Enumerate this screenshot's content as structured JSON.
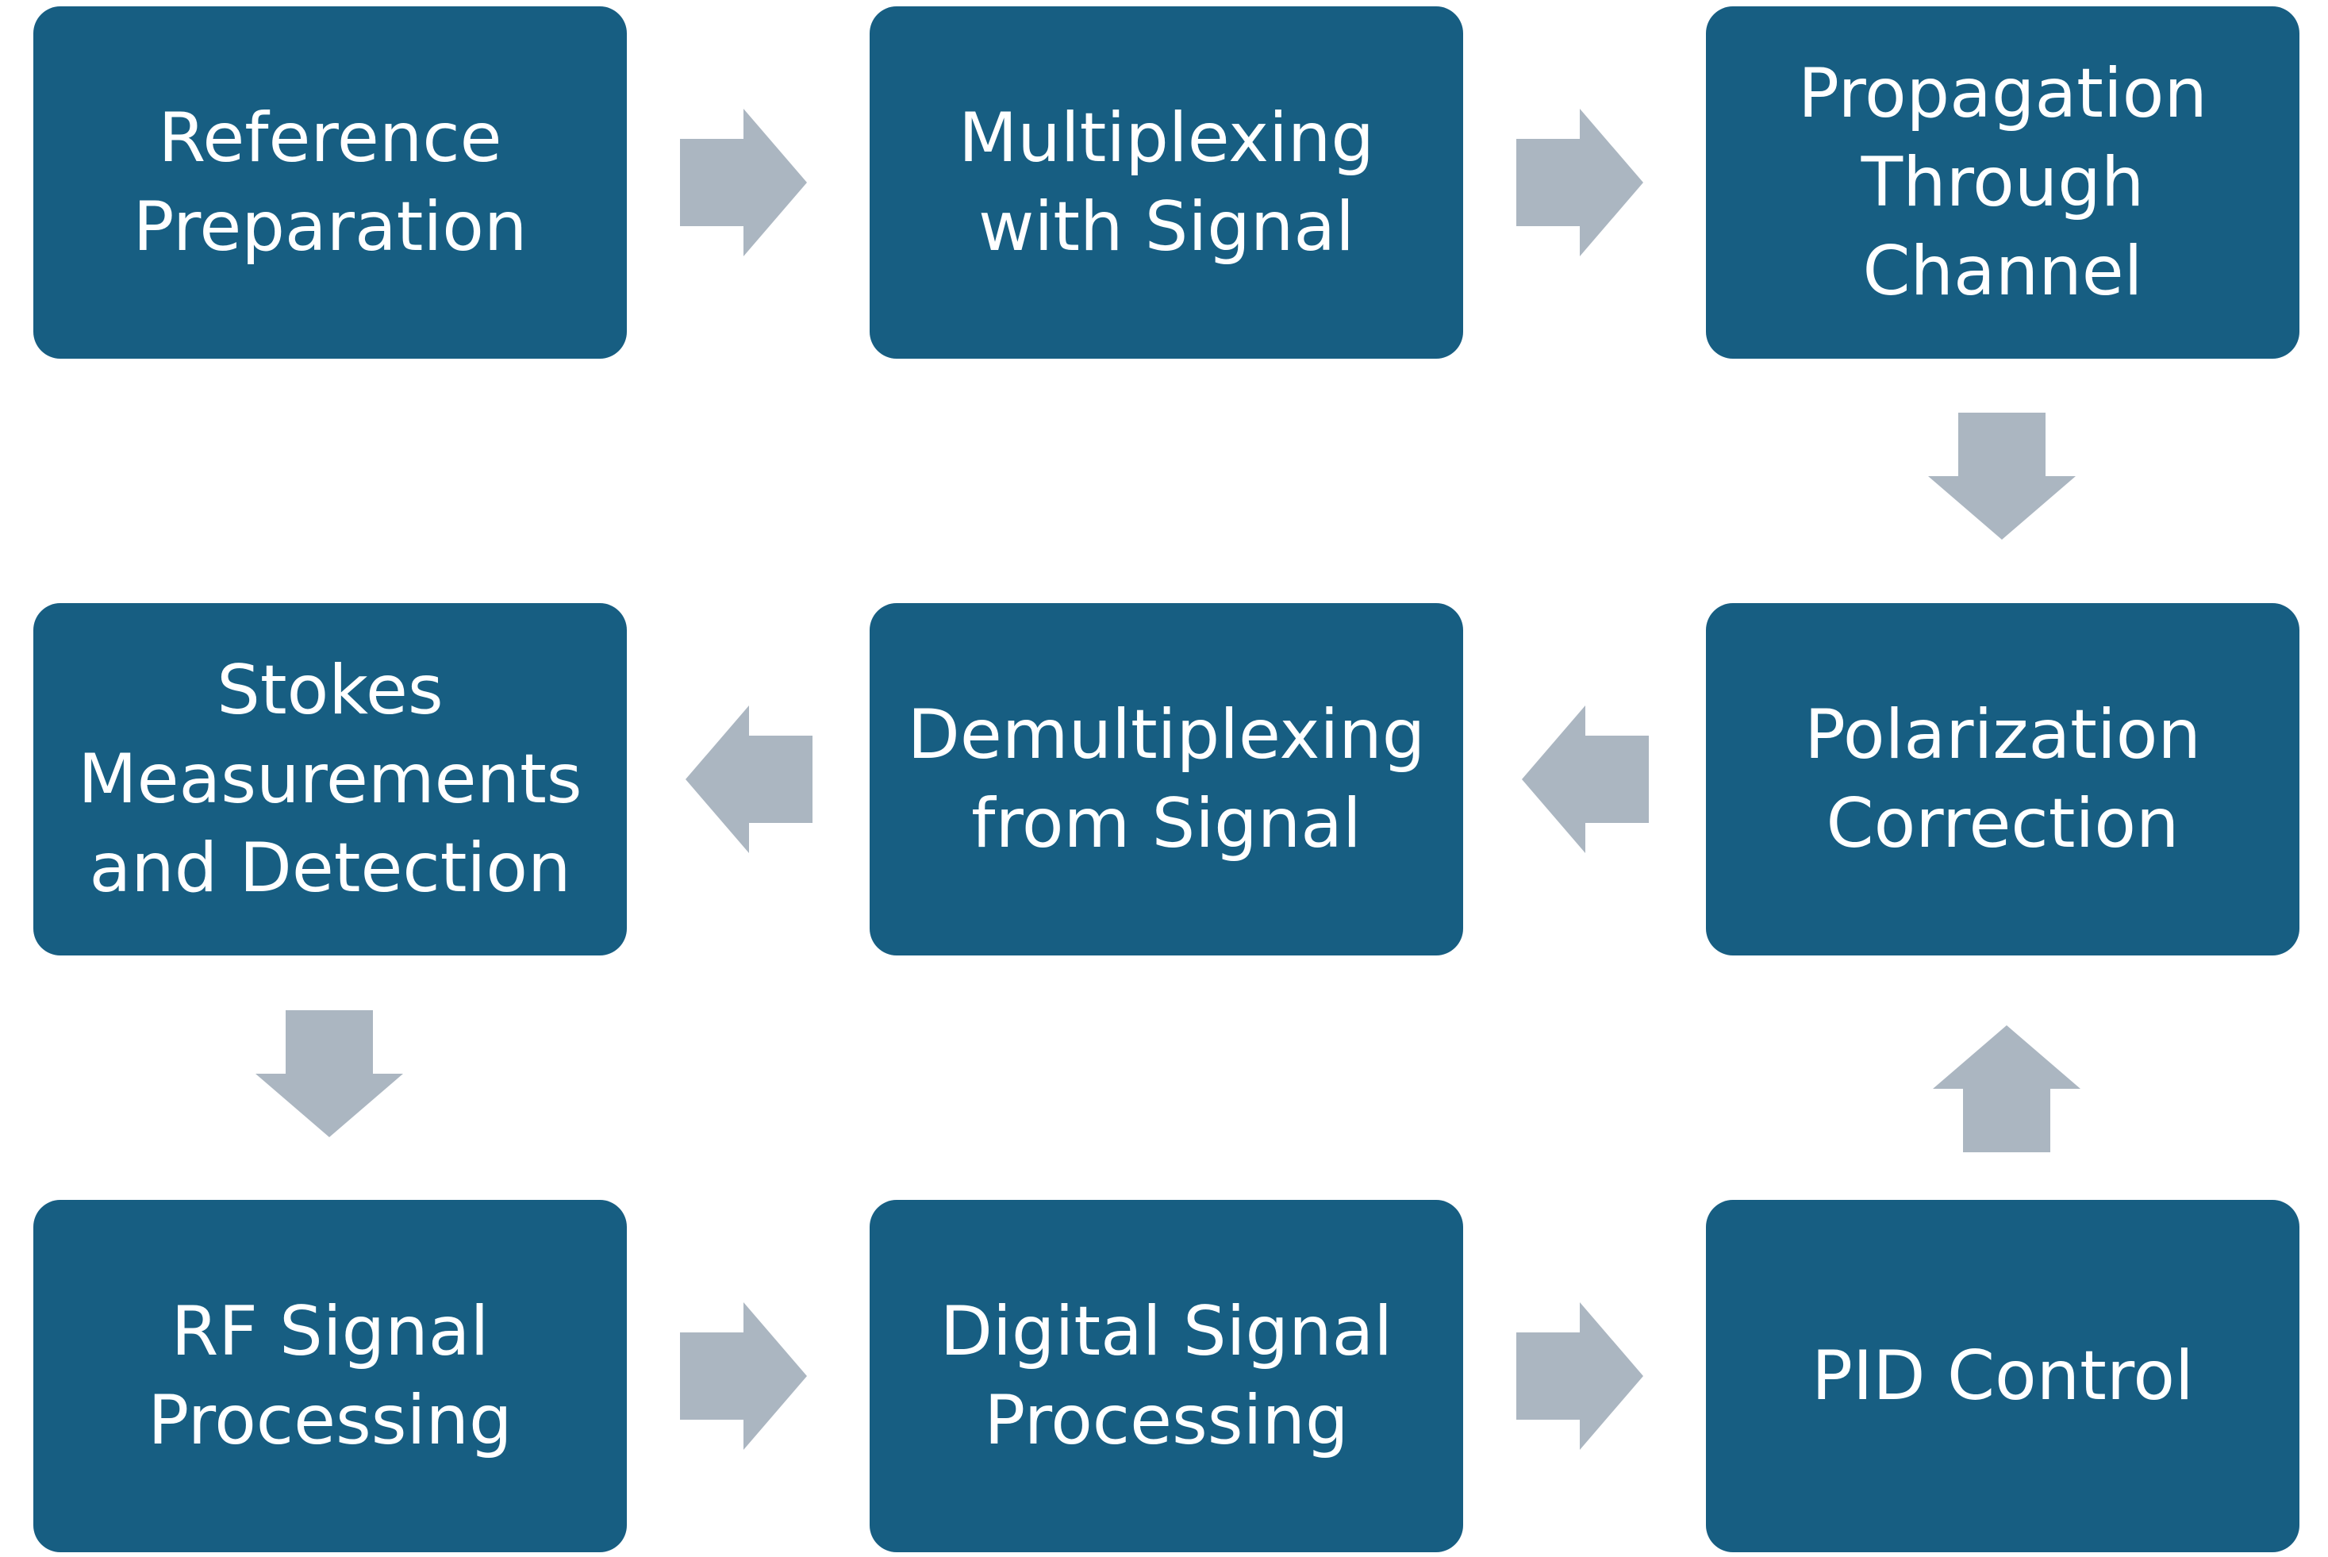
{
  "diagram": {
    "colors": {
      "box_fill": "#175e82",
      "box_text": "#ffffff",
      "arrow_fill": "#abb6c1",
      "background": "#ffffff"
    },
    "steps": [
      {
        "id": "reference-preparation",
        "label": "Reference\nPreparation"
      },
      {
        "id": "multiplexing-with-signal",
        "label": "Multiplexing\nwith Signal"
      },
      {
        "id": "propagation-through-channel",
        "label": "Propagation\nThrough\nChannel"
      },
      {
        "id": "polarization-correction",
        "label": "Polarization\nCorrection"
      },
      {
        "id": "demultiplexing-from-signal",
        "label": "Demultiplexing\nfrom Signal"
      },
      {
        "id": "stokes-measurements-and-detection",
        "label": "Stokes\nMeasurements\nand Detection"
      },
      {
        "id": "rf-signal-processing",
        "label": "RF Signal\nProcessing"
      },
      {
        "id": "digital-signal-processing",
        "label": "Digital Signal\nProcessing"
      },
      {
        "id": "pid-control",
        "label": "PID Control"
      }
    ],
    "connections": [
      {
        "from": "reference-preparation",
        "to": "multiplexing-with-signal",
        "direction": "right"
      },
      {
        "from": "multiplexing-with-signal",
        "to": "propagation-through-channel",
        "direction": "right"
      },
      {
        "from": "propagation-through-channel",
        "to": "polarization-correction",
        "direction": "down"
      },
      {
        "from": "polarization-correction",
        "to": "demultiplexing-from-signal",
        "direction": "left"
      },
      {
        "from": "demultiplexing-from-signal",
        "to": "stokes-measurements-and-detection",
        "direction": "left"
      },
      {
        "from": "stokes-measurements-and-detection",
        "to": "rf-signal-processing",
        "direction": "down"
      },
      {
        "from": "rf-signal-processing",
        "to": "digital-signal-processing",
        "direction": "right"
      },
      {
        "from": "digital-signal-processing",
        "to": "pid-control",
        "direction": "right"
      },
      {
        "from": "pid-control",
        "to": "polarization-correction",
        "direction": "up"
      }
    ]
  }
}
